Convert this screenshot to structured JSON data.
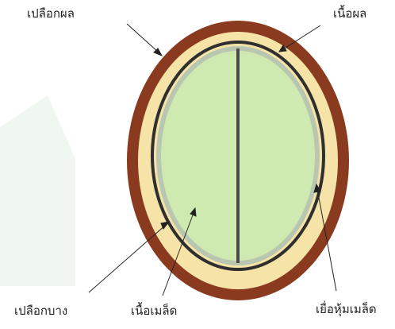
{
  "labels": {
    "pericarp": "เปลือกผล",
    "mesocarp": "เนื้อผล",
    "seed_coat": "เปลือกบาง",
    "endosperm": "เนื้อเมล็ด",
    "seed_membrane": "เยื่อหุ้มเมล็ด"
  },
  "colors": {
    "pericarp": "#8a3a1f",
    "mesocarp": "#f6e3a8",
    "seed_coat": "#2f2f2f",
    "membrane": "#b9c7b0",
    "endosperm": "#cfeab0",
    "divider": "#4a4a4a",
    "watermark": "#e6f2e6"
  }
}
